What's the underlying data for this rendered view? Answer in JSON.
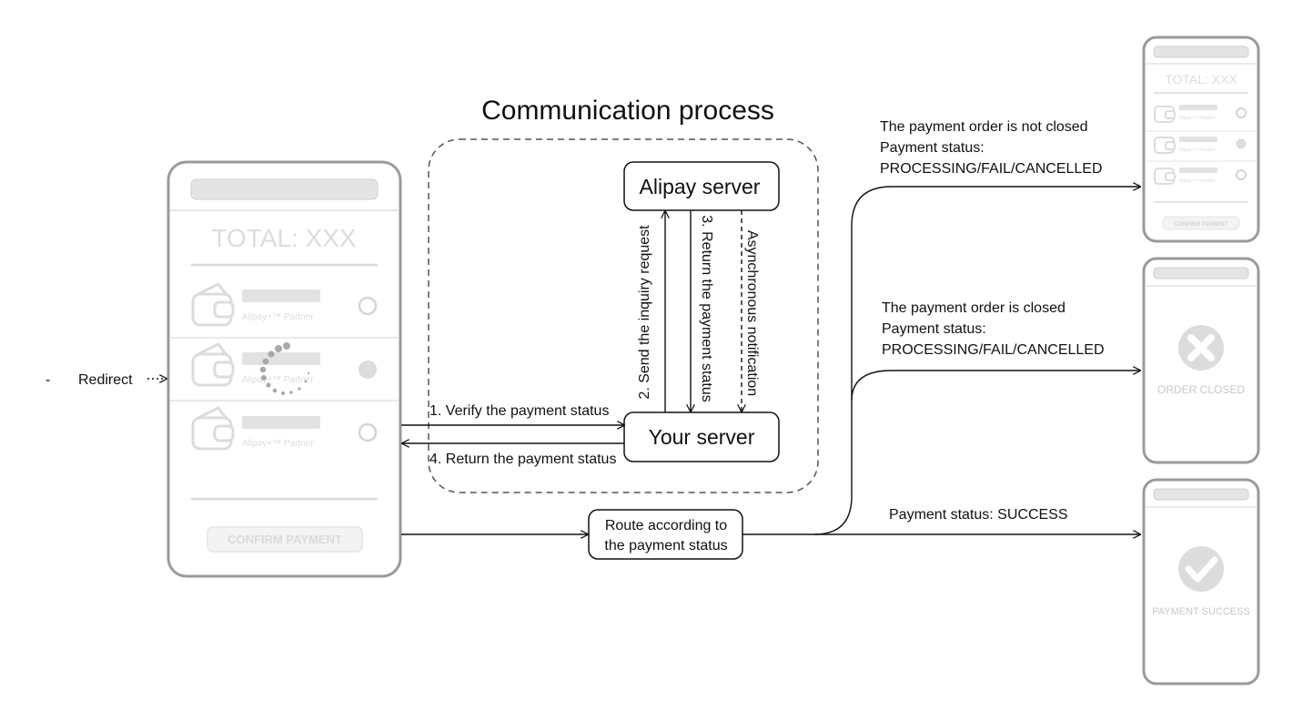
{
  "title": "Communication process",
  "redirect": {
    "dash": "-",
    "label": "Redirect"
  },
  "phone_main": {
    "total": "TOTAL: XXX",
    "partner": "Alipay+™ Partner",
    "confirm": "CONFIRM PAYMENT"
  },
  "phone_pending": {
    "total": "TOTAL: XXX",
    "partner": "Alipay+™ Partner",
    "confirm": "CONFIRM PAYMENT"
  },
  "phone_closed": {
    "label": "ORDER CLOSED"
  },
  "phone_success": {
    "label": "PAYMENT SUCCESS"
  },
  "nodes": {
    "alipay_server": "Alipay server",
    "your_server": "Your server",
    "route_line1": "Route according to",
    "route_line2": "the payment status"
  },
  "steps": {
    "step1": "1. Verify the payment status",
    "step2": "2. Send the inquiry request",
    "step3": "3. Return the payment status",
    "async": "Asynchronous notification",
    "step4": "4. Return the payment status"
  },
  "outcomes": {
    "not_closed": [
      "The payment order is not closed",
      "Payment status:",
      "PROCESSING/FAIL/CANCELLED"
    ],
    "closed": [
      "The payment order is closed",
      "Payment status:",
      "PROCESSING/FAIL/CANCELLED"
    ],
    "success": "Payment status: SUCCESS"
  }
}
